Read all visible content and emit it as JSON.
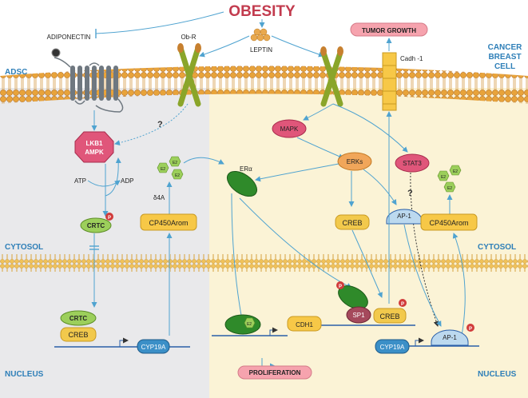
{
  "title": "OBESITY",
  "regions": {
    "adsc": "ADSC",
    "cancer_cell": [
      "CANCER",
      "BREAST",
      "CELL"
    ],
    "cytosol_left": "CYTOSOL",
    "cytosol_right": "CYTOSOL",
    "nucleus_left": "NUCLEUS",
    "nucleus_right": "NUCLEUS"
  },
  "labels": {
    "adiponectin": "ADIPONECTIN",
    "obr": "Ob-R",
    "leptin": "LEPTIN",
    "tumor_growth": "TUMOR GROWTH",
    "cadh": "Cadh -1",
    "lkb1": "LKB1",
    "ampk": "AMPK",
    "q1": "?",
    "q2": "?",
    "atp": "ATP",
    "adp": "ADP",
    "d4a": "δ4A",
    "e2": "E2",
    "crtc_cyto": "CRTC",
    "cp450_left": "CP450Arom",
    "crtc_nuc": "CRTC",
    "creb_left": "CREB",
    "cyp19a_left": "CYP19A",
    "mapk": "MAPK",
    "erks": "ERKs",
    "stat3": "STAT3",
    "era": "ERα",
    "creb_cyto": "CREB",
    "ap1_cyto": "AP-1",
    "cp450_right": "CP450Arom",
    "p": "P",
    "cdh1": "CDH1",
    "sp1": "SP1",
    "creb_nuc": "CREB",
    "ap1_nuc": "AP-1",
    "cyp19a_right": "CYP19A",
    "proliferation": "PROLIFERATION"
  },
  "colors": {
    "title": "#c23b4e",
    "region_label": "#2e7fb8",
    "adsc_bg": "#e9e9eb",
    "cancer_bg": "#fbf3d6",
    "membrane": "#e3a23b",
    "membrane_dark": "#b86d17",
    "receptor": "#8aa52a",
    "gpcr": "#6f7880",
    "arrow": "#4fa3d0",
    "pink_node": "#e0567a",
    "green_node": "#2f8a2a",
    "yellow_node": "#f2c94c",
    "orange_node": "#f1a65a",
    "blue_node": "#3b8fc7",
    "lightblue_node": "#bcd9ef",
    "plum_node": "#a5495c",
    "dna": "#2a5fa8",
    "tumor_box": "#f6a3ae"
  }
}
